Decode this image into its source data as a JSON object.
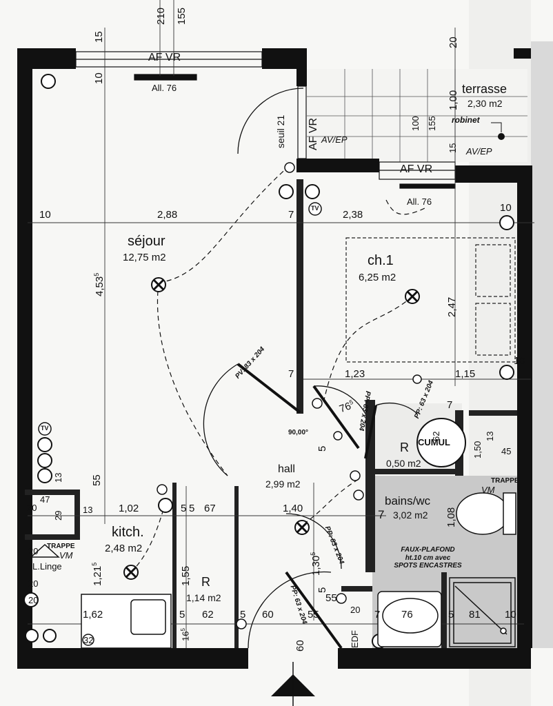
{
  "rooms": {
    "sejour": {
      "name": "séjour",
      "area": "12,75 m2"
    },
    "ch1": {
      "name": "ch.1",
      "area": "6,25 m2"
    },
    "terrasse": {
      "name": "terrasse",
      "area": "2,30 m2"
    },
    "hall": {
      "name": "hall",
      "area": "2,99 m2"
    },
    "kitch": {
      "name": "kitch.",
      "area": "2,48 m2"
    },
    "rangement_small": {
      "name": "R",
      "area": "0,50 m2"
    },
    "rangement": {
      "name": "R",
      "area": "1,14 m2"
    },
    "bains": {
      "name": "bains/wc",
      "area": "3,02 m2"
    }
  },
  "labels": {
    "af_vr": "AF VR",
    "all76": "All. 76",
    "seuil": "seuil 21",
    "av_ep": "AV/EP",
    "robinet": "robinet",
    "pv": "PV: 83 x 204",
    "pp1": "PP: 83 x 204",
    "pp2": "PP: 63 x 204",
    "pp3": "PP: 83 x 204",
    "pp4": "PP: 63 x 204",
    "cumul": "CUMUL",
    "trappe": "TRAPPE",
    "vm": "VM",
    "lline": "L.Linge",
    "edf": "EDF",
    "tv": "TV",
    "angle": "90,00°",
    "faux_plafond": [
      "FAUX-PLAFOND",
      "ht.10 cm avec",
      "SPOTS ENCASTRES"
    ]
  },
  "dims": {
    "top210": "210",
    "top155": "155",
    "d15": "15",
    "d10": "10",
    "d20": "20",
    "d100": "1,00",
    "d100b": "100",
    "d155b": "155",
    "d15b": "15",
    "row10": "10",
    "d288": "2,88",
    "d7a": "7",
    "d238": "2,38",
    "d10r": "10",
    "d4535": "4,53",
    "d4535sup": "5",
    "d247": "2,47",
    "d7b": "7",
    "d123": "1,23",
    "d115": "1,15",
    "d10c": "10",
    "d765": "76",
    "d765sup": "5",
    "d55": "55",
    "d5": "5",
    "d7c": "7",
    "d62": "62",
    "d150": "1,50",
    "d13": "13",
    "d45": "45",
    "d47": "47",
    "d20k": "20",
    "d29": "29",
    "d13k": "13",
    "d13b": "13",
    "d102": "1,02",
    "d5b": "5",
    "d5c": "5",
    "d67": "67",
    "d140": "1,40",
    "d108": "1,08",
    "d7d": "7",
    "d1215": "1,21",
    "d1215sup": "5",
    "d155": "1,55",
    "d1305": "1,30",
    "d1305sup": "5",
    "d20a": "20",
    "d20b": "20",
    "d20c": "20",
    "d32": "32",
    "d162": "1,62",
    "d5d": "5",
    "d62b": "62",
    "d5e": "5",
    "d60": "60",
    "d55b": "55",
    "d20e": "20",
    "d7e": "7",
    "d76": "76",
    "d5f": "5",
    "d81": "81",
    "d10b": "10",
    "d165": "16",
    "d165sup": "5",
    "d60b": "60",
    "d5g": "5",
    "d55c": "55"
  }
}
